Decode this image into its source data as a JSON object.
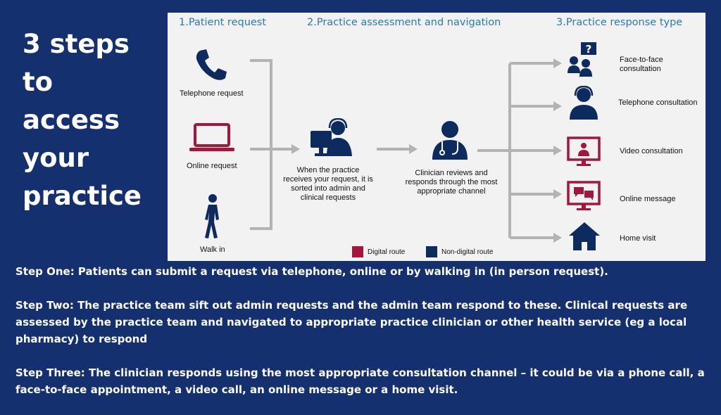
{
  "title_lines": [
    "3 steps to",
    "access",
    "your",
    "practice"
  ],
  "diagram": {
    "headings": [
      "1.Patient request",
      "2.Practice assessment and navigation",
      "3.Practice response type"
    ],
    "requests": [
      {
        "label": "Telephone request",
        "icon": "phone-icon"
      },
      {
        "label": "Online request",
        "icon": "laptop-icon"
      },
      {
        "label": "Walk in",
        "icon": "walking-person-icon"
      }
    ],
    "assessment": [
      {
        "label": "When the practice receives your request, it is sorted into admin and clinical requests",
        "icon": "receptionist-headset-icon"
      },
      {
        "label": "Clinician reviews and responds through the most appropriate channel",
        "icon": "clinician-stethoscope-icon"
      }
    ],
    "responses": [
      {
        "label": "Face-to-face consultation",
        "icon": "face-to-face-icon"
      },
      {
        "label": "Telephone consultation",
        "icon": "headset-person-icon"
      },
      {
        "label": "Video consultation",
        "icon": "video-monitor-icon"
      },
      {
        "label": "Online message",
        "icon": "message-monitor-icon"
      },
      {
        "label": "Home visit",
        "icon": "house-icon"
      }
    ],
    "legend": [
      {
        "label": "Digital route",
        "color": "#a3173d"
      },
      {
        "label": "Non-digital route",
        "color": "#0d2b5e"
      }
    ],
    "colors": {
      "navy": "#0d2b5e",
      "digital": "#a3173d",
      "arrow": "#b3b3b3",
      "heading": "#2a7ab8"
    }
  },
  "steps": [
    "Step One: Patients can submit a request via telephone, online or by walking in (in person request).",
    "Step Two: The practice team sift out admin requests and the admin team respond to these. Clinical requests are assessed by the practice team and navigated to appropriate practice clinician or other health service (eg a local pharmacy) to respond",
    "Step Three: The clinician responds using the most appropriate consultation channel – it could be via a phone call, a face-to-face appointment, a video call, an online message or a home visit."
  ]
}
